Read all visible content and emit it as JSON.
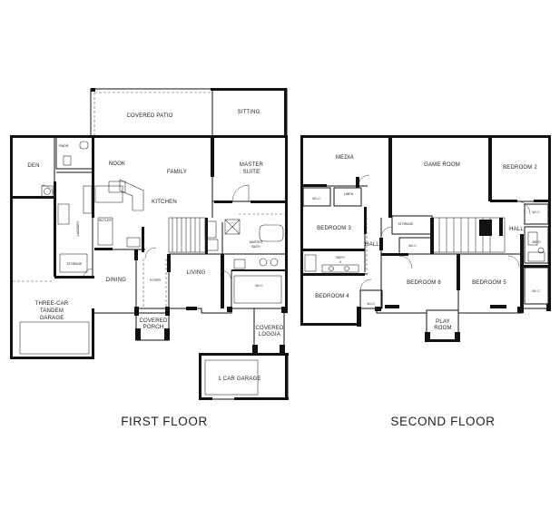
{
  "first_floor": {
    "title": "FIRST FLOOR",
    "rooms": {
      "covered_patio": "COVERED PATIO",
      "sitting": "SITTING",
      "den": "DEN",
      "pwdr": "PWDR",
      "nook": "NOOK",
      "family": "FAMILY",
      "master_suite_1": "MASTER",
      "master_suite_2": "SUITE",
      "kitchen": "KITCHEN",
      "butler_pantry": "BUTLER",
      "laundry": "LAUNDRY",
      "storage": "STORAGE",
      "master_bath_1": "MASTER",
      "master_bath_2": "BATH",
      "wic": "W.I.C.",
      "living": "LIVING",
      "foyer": "FOYER",
      "dining": "DINING",
      "garage_3_1": "THREE-CAR",
      "garage_3_2": "TANDEM",
      "garage_3_3": "GARAGE",
      "covered_porch_1": "COVERED",
      "covered_porch_2": "PORCH",
      "covered_loggia_1": "COVERED",
      "covered_loggia_2": "LOGGIA",
      "garage_1": "1 CAR GARAGE"
    }
  },
  "second_floor": {
    "title": "SECOND FLOOR",
    "rooms": {
      "media": "MEDIA",
      "game_room": "GAME ROOM",
      "bedroom_2": "BEDROOM 2",
      "wic_1": "W.I.C.",
      "linen_1": "LINEN",
      "bedroom_3": "BEDROOM 3",
      "hall_1": "HALL",
      "storage": "STORAGE",
      "wic_2": "W.I.C.",
      "bath_4_1": "BATH",
      "bath_4_2": "4",
      "bedroom_4": "BEDROOM 4",
      "wic_3": "W.I.C.",
      "bedroom_6": "BEDROOM 6",
      "bedroom_5": "BEDROOM 5",
      "hall_2": "HALL",
      "wic_4": "W.I.C.",
      "bath_r": "BATH",
      "wic_5": "W.I.C.",
      "play_room_1": "PLAY",
      "play_room_2": "ROOM"
    }
  },
  "colors": {
    "walls": "#111111",
    "background": "#ffffff",
    "text": "#222222"
  }
}
